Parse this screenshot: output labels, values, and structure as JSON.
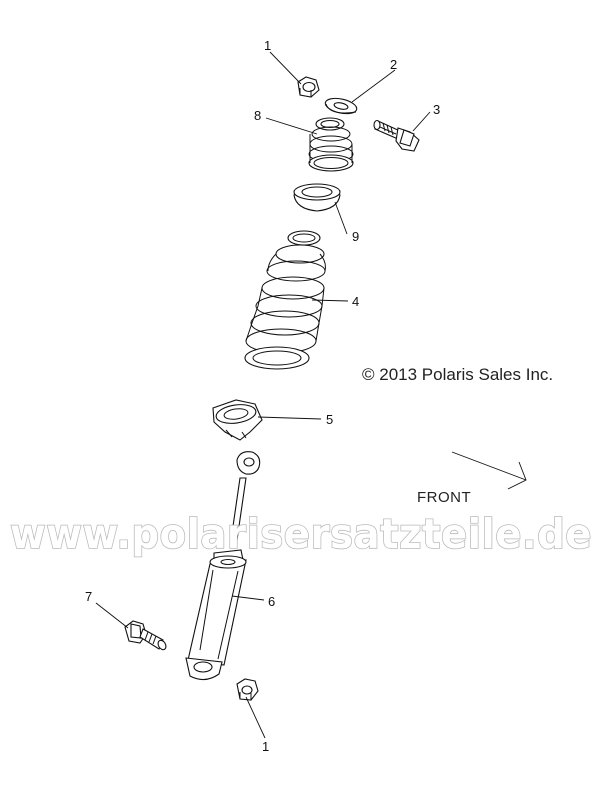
{
  "copyright": "© 2013 Polaris Sales Inc.",
  "front_label": "FRONT",
  "watermark": "www.polarisersatzteile.de",
  "callouts": {
    "nut_top": "1",
    "washer": "2",
    "bolt_top": "3",
    "spring_small": "8",
    "spring_seat": "9",
    "spring_main": "4",
    "retainer": "5",
    "shock": "6",
    "bolt_bottom": "7",
    "nut_bottom": "1"
  },
  "icons": [
    "front-arrow-icon"
  ]
}
